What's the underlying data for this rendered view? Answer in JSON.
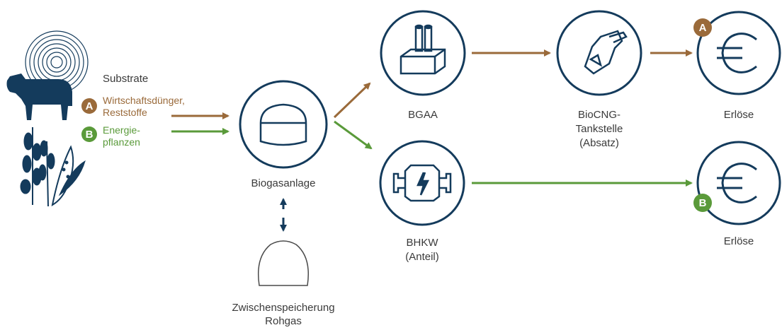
{
  "substrate": {
    "title": "Substrate",
    "a_label_line1": "Wirtschaftsdünger,",
    "a_label_line2": "Reststoffe",
    "b_label_line1": "Energie-",
    "b_label_line2": "pflanzen"
  },
  "badges": {
    "a": "A",
    "b": "B"
  },
  "nodes": {
    "biogas": "Biogasanlage",
    "storage_line1": "Zwischenspeicherung",
    "storage_line2": "Rohgas",
    "bgaa": "BGAA",
    "biocng_line1": "BioCNG-",
    "biocng_line2": "Tankstelle",
    "biocng_line3": "(Absatz)",
    "bhkw_line1": "BHKW",
    "bhkw_line2": "(Anteil)",
    "erloese_a": "Erlöse",
    "erloese_b": "Erlöse"
  },
  "colors": {
    "navy": "#143b5c",
    "brown": "#9a6a3a",
    "green": "#5a9a3a"
  },
  "icons": {
    "biogas": "biogas-digester-icon",
    "bgaa": "factory-icon",
    "biocng": "fuel-nozzle-icon",
    "bhkw": "engine-icon",
    "erloese": "euro-icon",
    "storage": "gas-storage-icon"
  }
}
